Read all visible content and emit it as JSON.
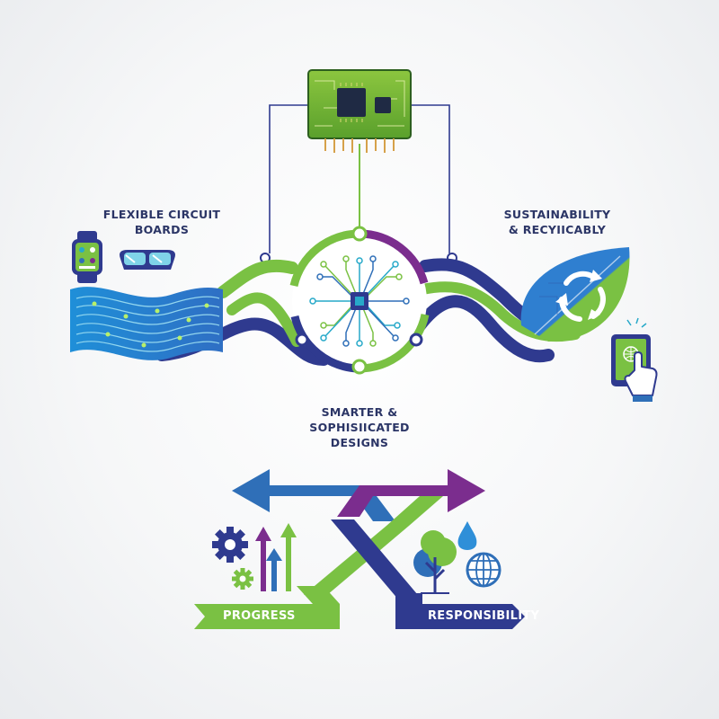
{
  "labels": {
    "flexible_line1": "FLEXIBLE CIRCUIT",
    "flexible_line2": "BOARDS",
    "sustainability_line1": "SUSTAINABILITY",
    "sustainability_line2": "& RECYIICABLY",
    "smarter_line1": "SMARTER & SOPHISIICATED",
    "smarter_line2": "DESIGNS"
  },
  "banners": {
    "progress": "PROGRESS",
    "responsibility": "RESPONSIBILITY"
  },
  "icons": [
    "smartwatch-icon",
    "vr-goggles-icon",
    "flexible-circuit-icon",
    "circuit-board-icon",
    "chip-icon",
    "recycle-leaf-icon",
    "tablet-touch-icon",
    "gear-icon",
    "growth-arrows-icon",
    "tree-icon",
    "water-drop-icon",
    "globe-icon"
  ],
  "colors": {
    "navy": "#2f3a8f",
    "green": "#7ac143",
    "purple": "#7b2d8e",
    "blue": "#2f6fb8",
    "teal": "#27a9c9",
    "text": "#2b3566"
  }
}
